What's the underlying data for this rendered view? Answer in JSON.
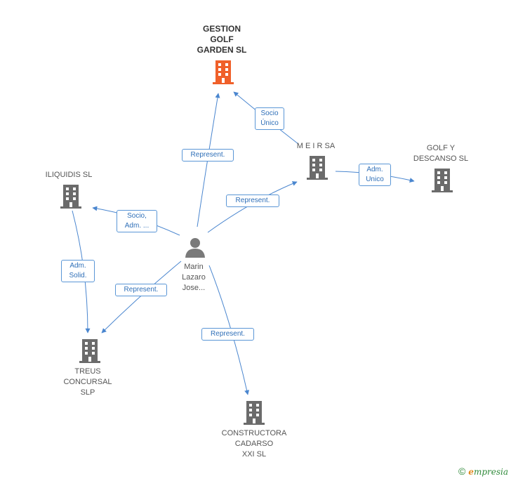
{
  "colors": {
    "edge": "#4a86cf",
    "building": "#6b6b6b",
    "building_main": "#f0602a",
    "person": "#7a7a7a"
  },
  "nodes": {
    "gestion": {
      "label": "GESTION\nGOLF\nGARDEN SL",
      "icon": "building-icon"
    },
    "meir": {
      "label": "M E I R SA",
      "icon": "building-icon"
    },
    "golf": {
      "label": "GOLF Y\nDESCANSO SL",
      "icon": "building-icon"
    },
    "iliquidis": {
      "label": "ILIQUIDIS SL",
      "icon": "building-icon"
    },
    "marin": {
      "label": "Marin\nLazaro\nJose...",
      "icon": "person-icon"
    },
    "treus": {
      "label": "TREUS\nCONCURSAL\nSLP",
      "icon": "building-icon"
    },
    "constructora": {
      "label": "CONSTRUCTORA\nCADARSO\nXXI SL",
      "icon": "building-icon"
    }
  },
  "edges": {
    "socio_unico": "Socio\nÚnico",
    "represent_gestion": "Represent.",
    "adm_unico": "Adm.\nUnico",
    "represent_meir": "Represent.",
    "socio_adm": "Socio,\nAdm. ...",
    "adm_solid": "Adm.\nSolid.",
    "represent_treus": "Represent.",
    "represent_constructora": "Represent."
  },
  "footer": {
    "copyright": "©",
    "brand_first": "e",
    "brand_rest": "mpresia"
  }
}
